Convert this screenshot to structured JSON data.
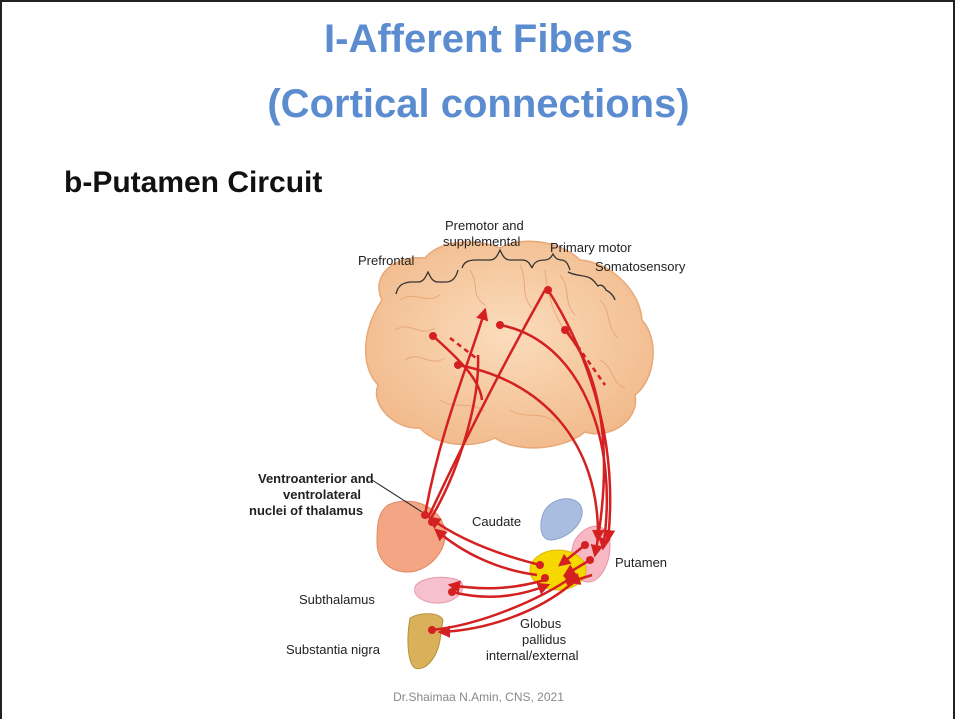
{
  "slide": {
    "title_line1": "I-Afferent Fibers",
    "title_line2": "(Cortical connections)",
    "subtitle": "b-Putamen Circuit",
    "footer": "Dr.Shaimaa N.Amin, CNS, 2021"
  },
  "diagram": {
    "labels": {
      "prefrontal": "Prefrontal",
      "premotor_1": "Premotor and",
      "premotor_2": "supplemental",
      "primary_motor": "Primary motor",
      "somatosensory": "Somatosensory",
      "thalamus_1": "Ventroanterior and",
      "thalamus_2": "ventrolateral",
      "thalamus_3": "nuclei of thalamus",
      "caudate": "Caudate",
      "putamen": "Putamen",
      "subthalamus": "Subthalamus",
      "substantia_nigra": "Substantia nigra",
      "globus_1": "Globus",
      "globus_2": "pallidus",
      "globus_3": "internal/external"
    },
    "colors": {
      "pathway": "#d42020",
      "brain": "#f7caa0",
      "thalamus": "#f4a583",
      "caudate": "#a9bde0",
      "putamen": "#f7b8c4",
      "globus": "#f5d800",
      "substantia_nigra": "#d9b15a",
      "title": "#5b8ccf"
    }
  }
}
